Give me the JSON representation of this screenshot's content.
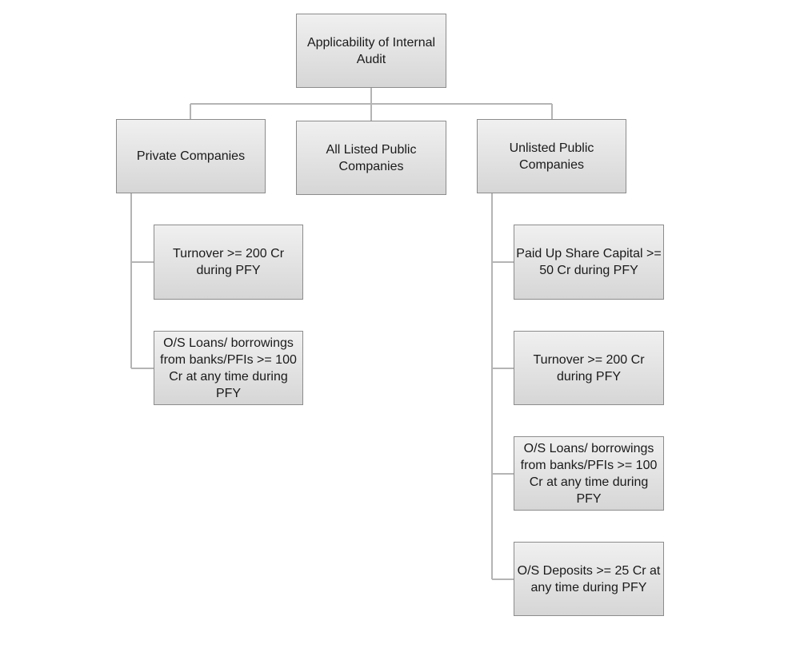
{
  "root": {
    "label": "Applicability of Internal Audit"
  },
  "categories": [
    {
      "label": "Private Companies"
    },
    {
      "label": "All Listed Public Companies"
    },
    {
      "label": "Unlisted Public Companies"
    }
  ],
  "private_criteria": [
    {
      "label": "Turnover >= 200 Cr during PFY"
    },
    {
      "label": "O/S Loans/ borrowings from banks/PFIs >= 100 Cr at any time during PFY"
    }
  ],
  "unlisted_criteria": [
    {
      "label": "Paid Up Share Capital >= 50 Cr during PFY"
    },
    {
      "label": "Turnover >= 200 Cr during PFY"
    },
    {
      "label": "O/S Loans/ borrowings from banks/PFIs >= 100 Cr at any time during PFY"
    },
    {
      "label": "O/S Deposits >= 25 Cr at any time during PFY"
    }
  ],
  "colors": {
    "connector": "#b4b4b4",
    "box_border": "#8c8c8c",
    "box_fill_top": "#f0f0f0",
    "box_fill_bottom": "#d6d6d6"
  }
}
